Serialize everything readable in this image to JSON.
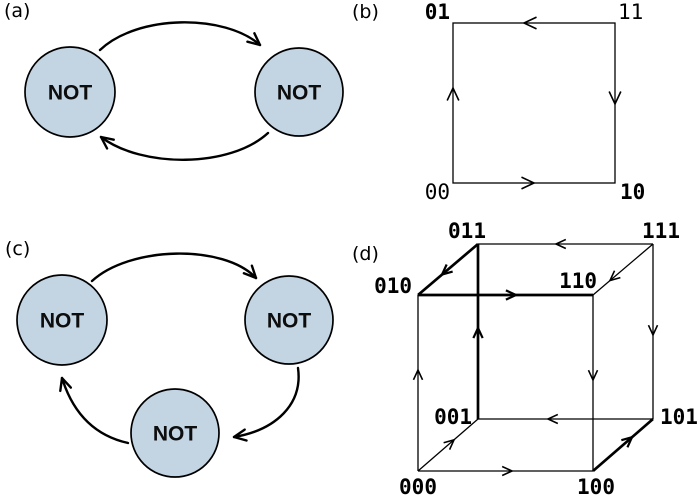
{
  "colors": {
    "background": "#ffffff",
    "gate_fill": "#c3d4e3",
    "line": "#000000"
  },
  "panel_a": {
    "label": "(a)",
    "gates": [
      {
        "label": "NOT"
      },
      {
        "label": "NOT"
      }
    ],
    "transitions": [
      {
        "from": "left-gate",
        "to": "right-gate"
      },
      {
        "from": "right-gate",
        "to": "left-gate"
      }
    ]
  },
  "panel_b": {
    "label": "(b)",
    "corners": [
      {
        "position": "top-left",
        "label": "01",
        "bold": true
      },
      {
        "position": "top-right",
        "label": "11",
        "bold": false
      },
      {
        "position": "bottom-left",
        "label": "00",
        "bold": false
      },
      {
        "position": "bottom-right",
        "label": "10",
        "bold": true
      }
    ],
    "transitions": [
      {
        "from": "11",
        "to": "01"
      },
      {
        "from": "11",
        "to": "10"
      },
      {
        "from": "00",
        "to": "01"
      },
      {
        "from": "00",
        "to": "10"
      }
    ]
  },
  "panel_c": {
    "label": "(c)",
    "gates": [
      {
        "label": "NOT"
      },
      {
        "label": "NOT"
      },
      {
        "label": "NOT"
      }
    ],
    "transitions": [
      {
        "from": "top-left-gate",
        "to": "top-right-gate"
      },
      {
        "from": "top-right-gate",
        "to": "bottom-gate"
      },
      {
        "from": "bottom-gate",
        "to": "top-left-gate"
      }
    ]
  },
  "panel_d": {
    "label": "(d)",
    "vertices": [
      {
        "label": "011"
      },
      {
        "label": "111"
      },
      {
        "label": "010"
      },
      {
        "label": "110"
      },
      {
        "label": "001"
      },
      {
        "label": "101"
      },
      {
        "label": "000"
      },
      {
        "label": "100"
      }
    ],
    "transitions": [
      {
        "from": "111",
        "to": "011",
        "bold": false
      },
      {
        "from": "111",
        "to": "101",
        "bold": false
      },
      {
        "from": "111",
        "to": "110",
        "bold": false
      },
      {
        "from": "011",
        "to": "010",
        "bold": true
      },
      {
        "from": "010",
        "to": "110",
        "bold": true
      },
      {
        "from": "001",
        "to": "011",
        "bold": true
      },
      {
        "from": "000",
        "to": "010",
        "bold": false
      },
      {
        "from": "110",
        "to": "100",
        "bold": false
      },
      {
        "from": "101",
        "to": "001",
        "bold": false
      },
      {
        "from": "000",
        "to": "001",
        "bold": false
      },
      {
        "from": "000",
        "to": "100",
        "bold": false
      },
      {
        "from": "100",
        "to": "101",
        "bold": true
      }
    ]
  }
}
